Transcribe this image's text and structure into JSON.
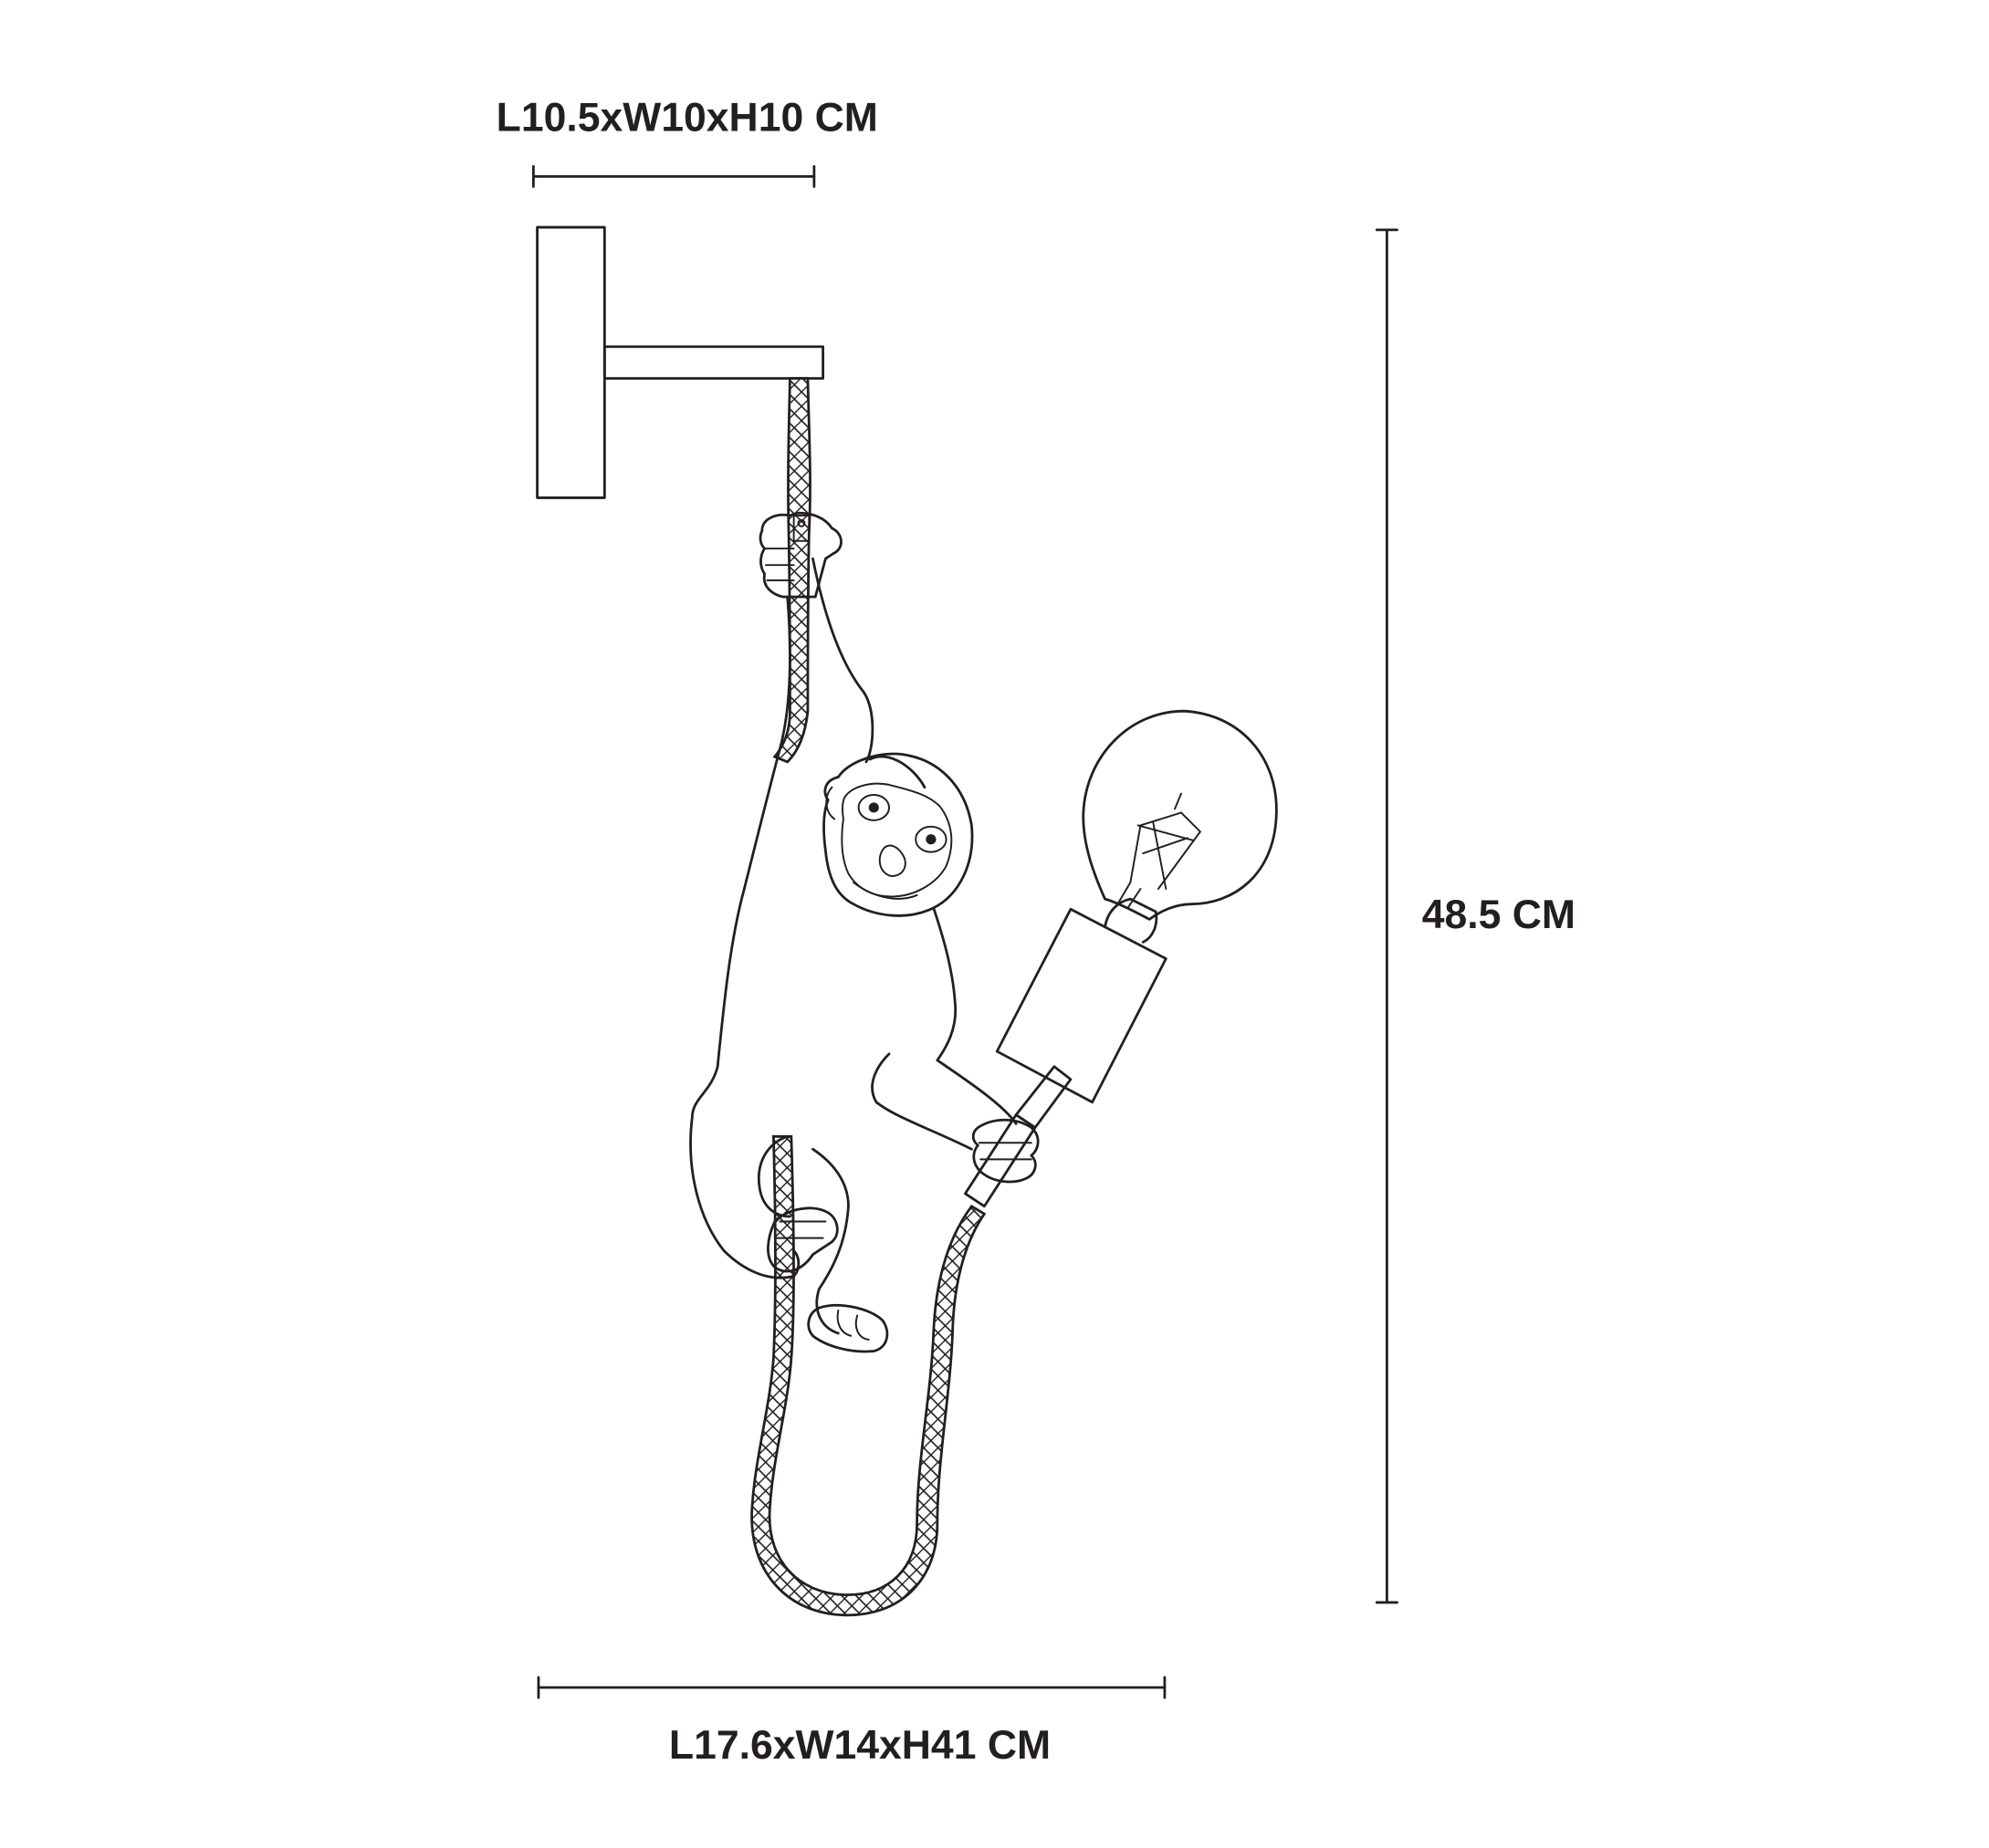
{
  "dimensions": {
    "bracket_label": "L10.5xW10xH10 CM",
    "height_label": "48.5 CM",
    "body_label": "L17.6xW14xH41 CM"
  },
  "colors": {
    "line": "#231f20",
    "background": "#ffffff"
  }
}
